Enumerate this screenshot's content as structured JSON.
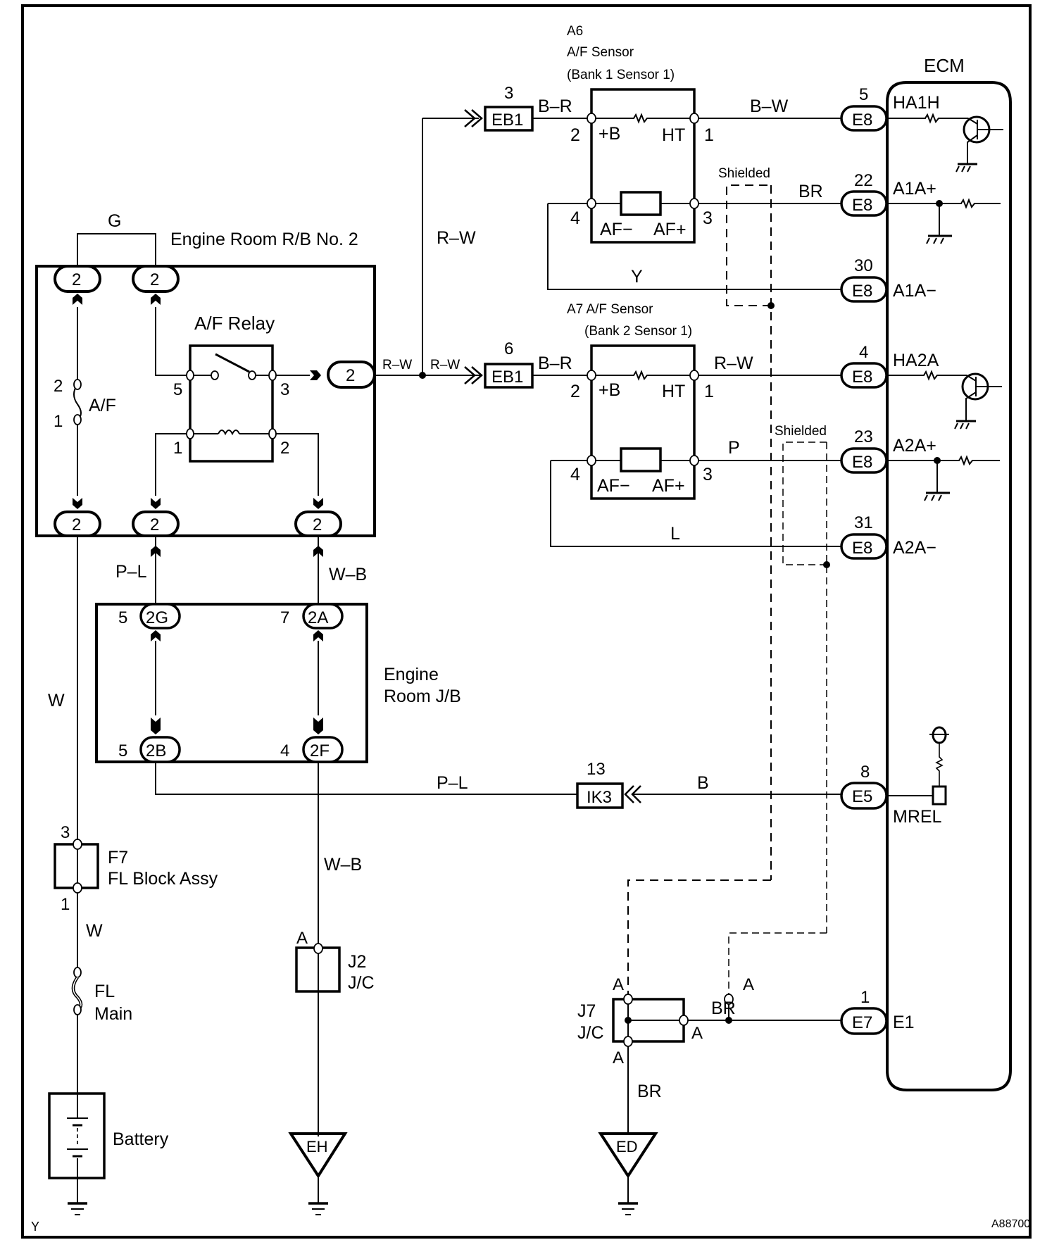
{
  "diagram": {
    "figure_id": "A88700",
    "corner_mark": "Y",
    "components": {
      "ecm": {
        "label": "ECM"
      },
      "rb2": {
        "label": "Engine Room R/B No. 2"
      },
      "af_relay": {
        "label": "A/F Relay",
        "pins": [
          "5",
          "3",
          "1",
          "2"
        ]
      },
      "af_fuse": {
        "label": "A/F",
        "pins": [
          "2",
          "1"
        ]
      },
      "jb": {
        "label_line1": "Engine",
        "label_line2": "Room J/B"
      },
      "sensor1": {
        "line1": "A6",
        "line2": "A/F Sensor",
        "line3": "(Bank 1 Sensor 1)"
      },
      "sensor2": {
        "line1": "A7 A/F Sensor",
        "line2": "(Bank 2 Sensor 1)"
      },
      "sensor_pins": {
        "p2": "2",
        "p1": "1",
        "p4": "4",
        "p3": "3",
        "pB": "+B",
        "pHT": "HT",
        "pAFm": "AF−",
        "pAFp": "AF+"
      },
      "fl_block": {
        "line1": "F7",
        "line2": "FL Block Assy",
        "pin_top": "3",
        "pin_bottom": "1"
      },
      "fl_main": {
        "line1": "FL",
        "line2": "Main"
      },
      "battery": {
        "label": "Battery"
      },
      "j2": {
        "line1": "J2",
        "line2": "J/C",
        "pin": "A"
      },
      "j7": {
        "line1": "J7",
        "line2": "J/C",
        "pin": "A"
      },
      "ground_eh": {
        "label": "EH"
      },
      "ground_ed": {
        "label": "ED"
      },
      "shielded": {
        "label": "Shielded"
      }
    },
    "connectors": {
      "rb2": "2",
      "eb1_top": {
        "code": "EB1",
        "pin": "3"
      },
      "eb1_bot": {
        "code": "EB1",
        "pin": "6"
      },
      "jb_2g": {
        "code": "2G",
        "pin": "5"
      },
      "jb_2a": {
        "code": "2A",
        "pin": "7"
      },
      "jb_2b": {
        "code": "2B",
        "pin": "5"
      },
      "jb_2f": {
        "code": "2F",
        "pin": "4"
      },
      "ik3": {
        "code": "IK3",
        "pin": "13"
      }
    },
    "ecm_pins": [
      {
        "connector": "E8",
        "pin": "5",
        "terminal": "HA1H"
      },
      {
        "connector": "E8",
        "pin": "22",
        "terminal": "A1A+"
      },
      {
        "connector": "E8",
        "pin": "30",
        "terminal": "A1A−"
      },
      {
        "connector": "E8",
        "pin": "4",
        "terminal": "HA2A"
      },
      {
        "connector": "E8",
        "pin": "23",
        "terminal": "A2A+"
      },
      {
        "connector": "E8",
        "pin": "31",
        "terminal": "A2A−"
      },
      {
        "connector": "E5",
        "pin": "8",
        "terminal": "MREL"
      },
      {
        "connector": "E7",
        "pin": "1",
        "terminal": "E1"
      }
    ],
    "wires": {
      "g": "G",
      "rw_vertical": "R–W",
      "rw_small_1": "R–W",
      "rw_small_2": "R–W",
      "br_s1": "B–R",
      "br_s2": "B–R",
      "bw": "B–W",
      "br": "BR",
      "y": "Y",
      "rw_s2": "R–W",
      "p": "P",
      "l": "L",
      "pl_top": "P–L",
      "wb_top": "W–B",
      "w_left": "W",
      "pl_bottom": "P–L",
      "b": "B",
      "wb_bottom": "W–B",
      "w_low": "W",
      "br_j7": "BR",
      "br_ed": "BR"
    }
  }
}
